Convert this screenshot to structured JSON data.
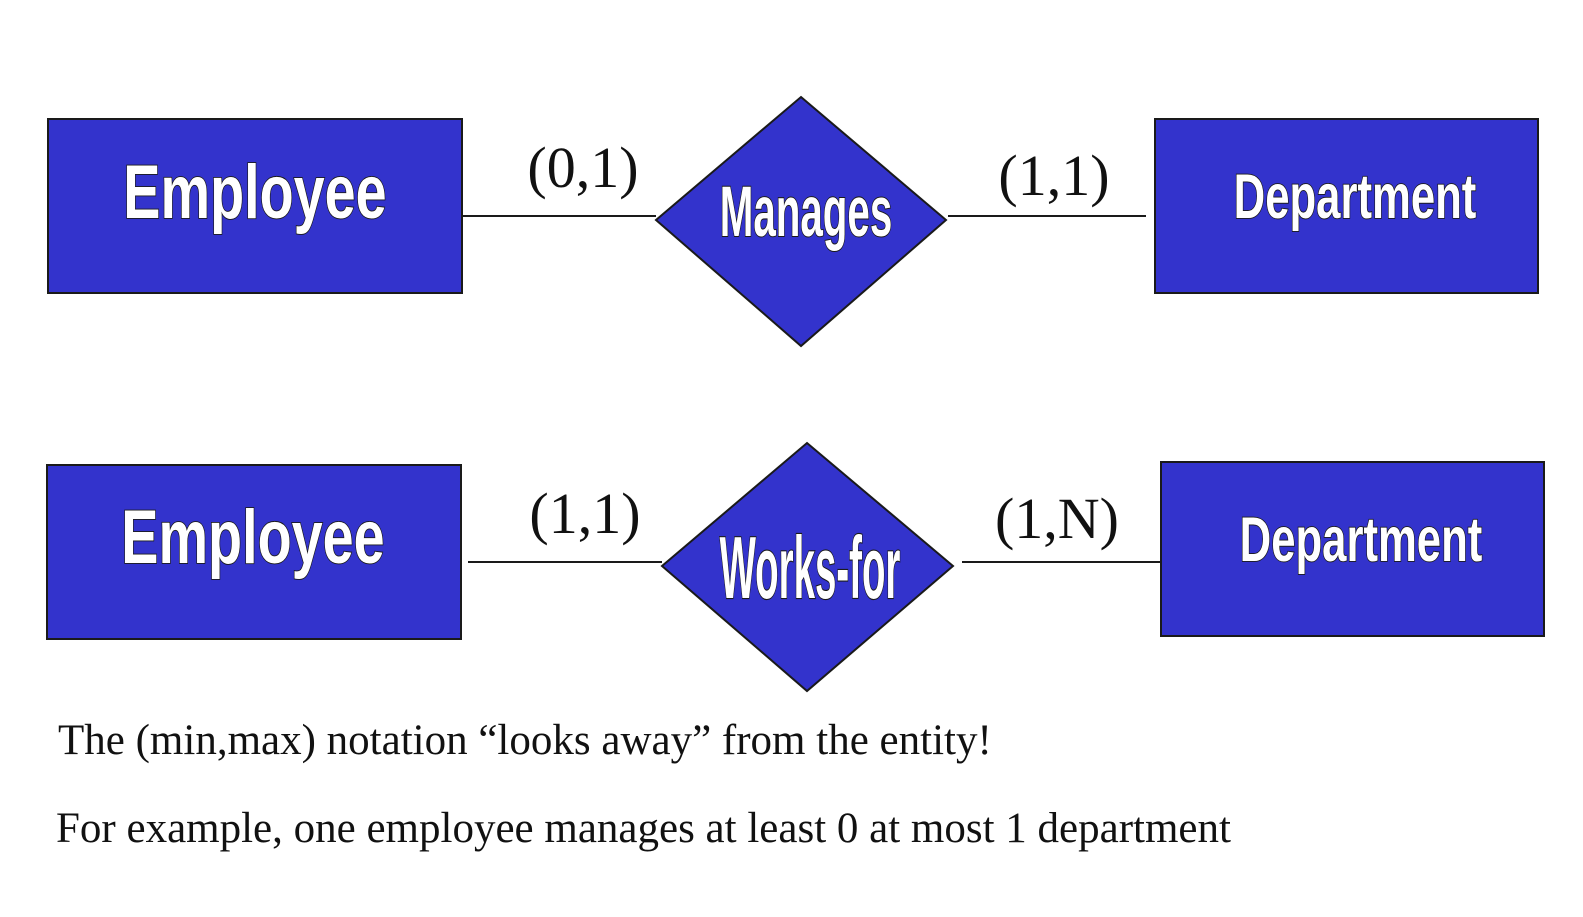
{
  "colors": {
    "entity_fill": "#3333cc",
    "relationship_fill": "#3333cc",
    "label_text": "#ffffff",
    "line": "#1a1a1a"
  },
  "diagram1": {
    "entity_left": "Employee",
    "relationship": "Manages",
    "entity_right": "Department",
    "cardinality_left": "(0,1)",
    "cardinality_right": "(1,1)"
  },
  "diagram2": {
    "entity_left": "Employee",
    "relationship": "Works-for",
    "entity_right": "Department",
    "cardinality_left": "(1,1)",
    "cardinality_right": "(1,N)"
  },
  "notes": {
    "line1": "The (min,max) notation “looks away” from the entity!",
    "line2": "For example, one employee manages at least 0 at most 1 department"
  }
}
